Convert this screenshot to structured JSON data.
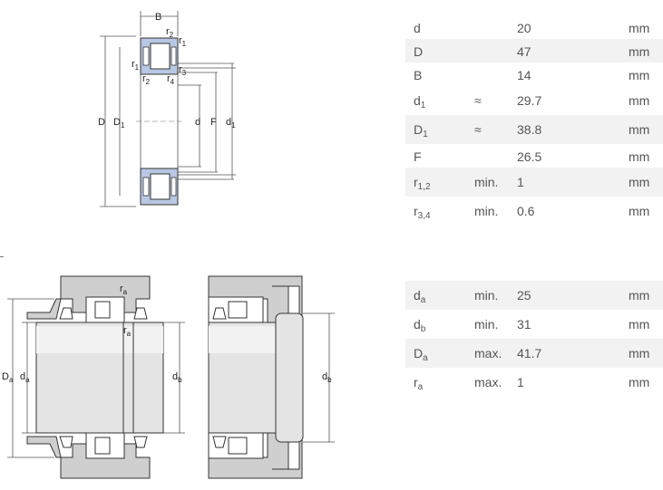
{
  "diagram_labels": {
    "B": "B",
    "r2_top": "r",
    "r2_top_sub": "2",
    "r1_top": "r",
    "r1_top_sub": "1",
    "r1_left": "r",
    "r1_left_sub": "1",
    "r2_bot": "r",
    "r2_bot_sub": "2",
    "r4": "r",
    "r4_sub": "4",
    "r3": "r",
    "r3_sub": "3",
    "D": "D",
    "D1": "D",
    "D1_sub": "1",
    "d": "d",
    "F": "F",
    "d1": "d",
    "d1_sub": "1"
  },
  "mount_labels": {
    "ra_top": "r",
    "ra_top_sub": "a",
    "ra_mid": "r",
    "ra_mid_sub": "a",
    "Da": "D",
    "Da_sub": "a",
    "da": "d",
    "da_sub": "a",
    "db_left": "d",
    "db_left_sub": "b",
    "db_right": "d",
    "db_right_sub": "b"
  },
  "dimensions": [
    {
      "sym": "d",
      "sub": "",
      "qual": "",
      "value": "20",
      "unit": "mm"
    },
    {
      "sym": "D",
      "sub": "",
      "qual": "",
      "value": "47",
      "unit": "mm"
    },
    {
      "sym": "B",
      "sub": "",
      "qual": "",
      "value": "14",
      "unit": "mm"
    },
    {
      "sym": "d",
      "sub": "1",
      "qual": "≈",
      "value": "29.7",
      "unit": "mm"
    },
    {
      "sym": "D",
      "sub": "1",
      "qual": "≈",
      "value": "38.8",
      "unit": "mm"
    },
    {
      "sym": "F",
      "sub": "",
      "qual": "",
      "value": "26.5",
      "unit": "mm"
    },
    {
      "sym": "r",
      "sub": "1,2",
      "qual": "min.",
      "value": "1",
      "unit": "mm"
    },
    {
      "sym": "r",
      "sub": "3,4",
      "qual": "min.",
      "value": "0.6",
      "unit": "mm"
    }
  ],
  "abutment": [
    {
      "sym": "d",
      "sub": "a",
      "qual": "min.",
      "value": "25",
      "unit": "mm"
    },
    {
      "sym": "d",
      "sub": "b",
      "qual": "min.",
      "value": "31",
      "unit": "mm"
    },
    {
      "sym": "D",
      "sub": "a",
      "qual": "max.",
      "value": "41.7",
      "unit": "mm"
    },
    {
      "sym": "r",
      "sub": "a",
      "qual": "max.",
      "value": "1",
      "unit": "mm"
    }
  ]
}
